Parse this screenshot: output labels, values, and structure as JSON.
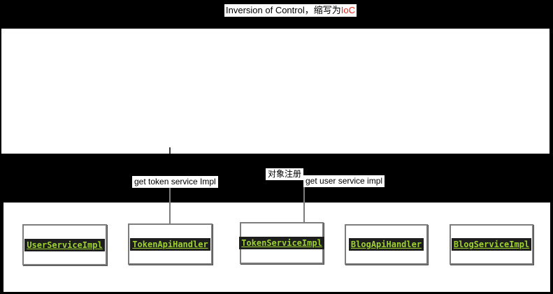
{
  "title": {
    "prefix": "Inversion of Control，缩写为",
    "accent": "IoC"
  },
  "annotations": {
    "get_token": "get token service Impl",
    "register": "对象注册",
    "get_user": "get user service impl"
  },
  "classes": [
    "UserServiceImpl",
    "TokenApiHandler",
    "TokenServiceImpl",
    "BlogApiHandler",
    "BlogServiceImpl"
  ],
  "colors": {
    "background": "#000000",
    "panel": "#ffffff",
    "accent_red": "#e8281e",
    "class_text_green": "#9ed22f",
    "class_text_background": "#1e1e1e",
    "box_border": "#7d7d7d",
    "connector": "#7d7d7d"
  }
}
